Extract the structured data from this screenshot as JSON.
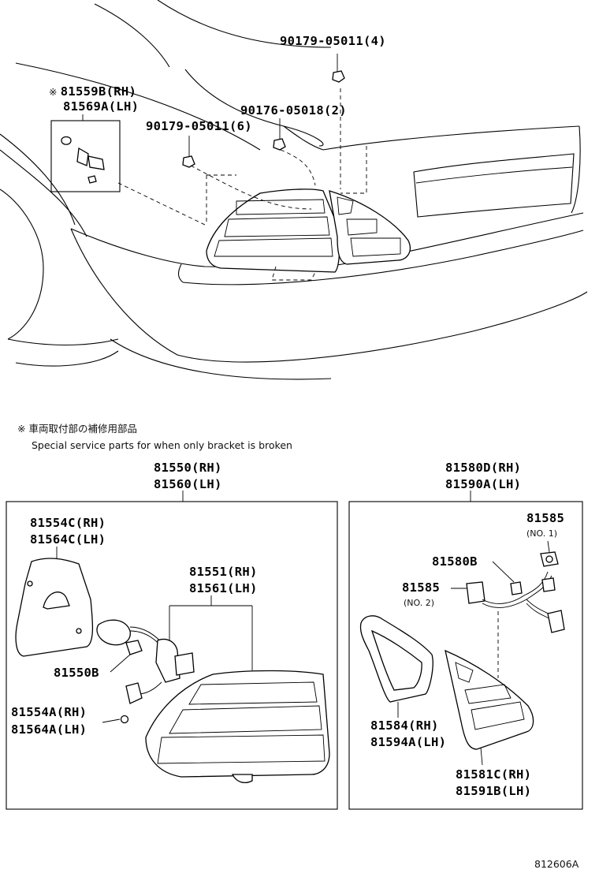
{
  "labels": {
    "p90179_4": "90179-05011(4)",
    "p81559b": "81559B(RH)",
    "p81569a": "81569A(LH)",
    "p90176": "90176-05018(2)",
    "p90179_6": "90179-05011(6)",
    "p81550rh": "81550(RH)",
    "p81560lh": "81560(LH)",
    "p81580d": "81580D(RH)",
    "p81590a": "81590A(LH)",
    "p81554c": "81554C(RH)",
    "p81564c": "81564C(LH)",
    "p81551": "81551(RH)",
    "p81561": "81561(LH)",
    "p81550b": "81550B",
    "p81554a": "81554A(RH)",
    "p81564a": "81564A(LH)",
    "p81585_1": "81585",
    "p81585_1_sub": "(NO. 1)",
    "p81580b": "81580B",
    "p81585_2": "81585",
    "p81585_2_sub": "(NO. 2)",
    "p81584": "81584(RH)",
    "p81594a": "81594A(LH)",
    "p81581c": "81581C(RH)",
    "p81591b": "81591B(LH)"
  },
  "note": {
    "symbol": "※",
    "japanese": "車両取付部の補修用部品",
    "english": "Special service parts for when only bracket is broken"
  },
  "diagram_id": "812606A"
}
